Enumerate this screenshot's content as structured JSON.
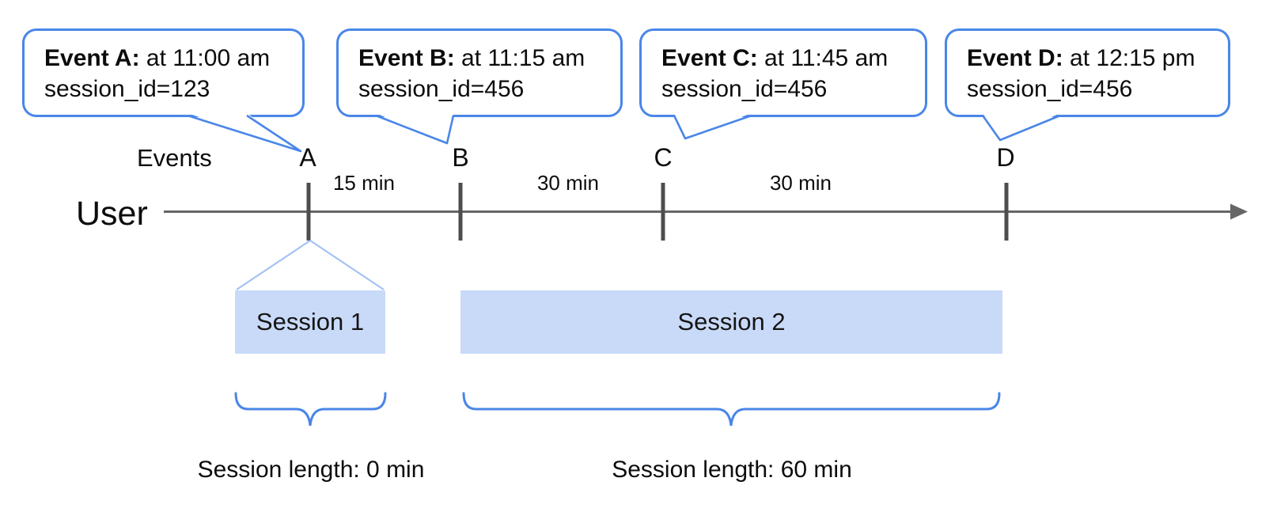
{
  "diagram": {
    "events_label": "Events",
    "user_label": "User",
    "callouts": [
      {
        "name": "Event A:",
        "detail": "at 11:00 am",
        "session": "session_id=123"
      },
      {
        "name": "Event B:",
        "detail": "at 11:15 am",
        "session": "session_id=456"
      },
      {
        "name": "Event C:",
        "detail": "at 11:45 am",
        "session": "session_id=456"
      },
      {
        "name": "Event D:",
        "detail": "at 12:15 pm",
        "session": "session_id=456"
      }
    ],
    "markers": [
      "A",
      "B",
      "C",
      "D"
    ],
    "intervals": [
      "15 min",
      "30 min",
      "30 min"
    ],
    "sessions": [
      {
        "label": "Session 1",
        "length": "Session length: 0 min"
      },
      {
        "label": "Session 2",
        "length": "Session length: 60 min"
      }
    ],
    "colors": {
      "accent_blue": "#4a86e8",
      "session_fill": "#c9daf8",
      "funnel_line": "#a4c2f4",
      "axis_gray": "#666666",
      "tick_gray": "#4d4d4d"
    }
  }
}
